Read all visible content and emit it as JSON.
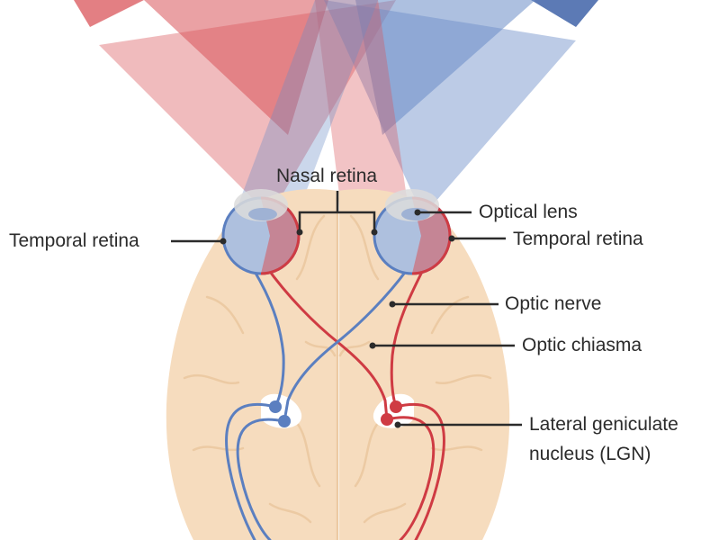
{
  "labels": {
    "nasal_retina": "Nasal retina",
    "temporal_retina_left": "Temporal retina",
    "temporal_retina_right": "Temporal retina",
    "optical_lens": "Optical lens",
    "optic_nerve": "Optic nerve",
    "optic_chiasma": "Optic chiasma",
    "lgn_line1": "Lateral geniculate",
    "lgn_line2": "nucleus (LGN)"
  },
  "colors": {
    "left_visual_field": "#d9545a",
    "right_visual_field": "#6a8cc7",
    "brain": "#f6dcbe",
    "brain_folds": "#eccaa3",
    "nerve_red": "#cf3b43",
    "nerve_blue": "#5b7fc0",
    "leader_line": "#2b2b2b"
  }
}
